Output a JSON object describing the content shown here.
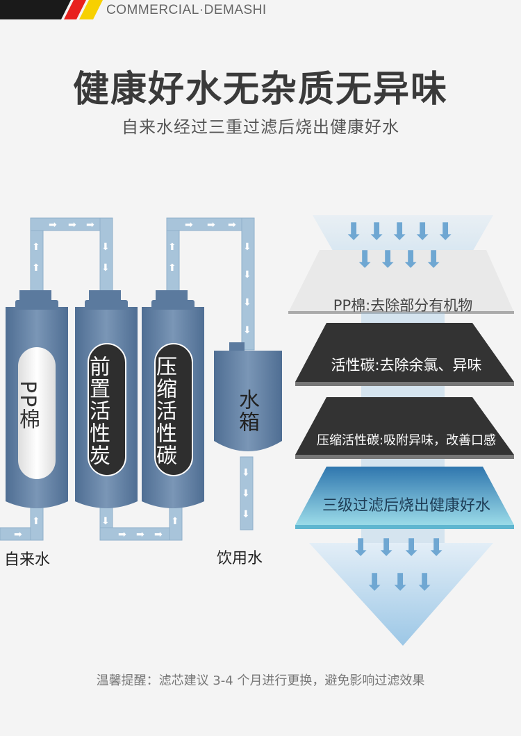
{
  "header": {
    "brand": "COMMERCIAL·DEMASHI",
    "stripe_colors": [
      "#1a1a1a",
      "#e8211d",
      "#f7d000"
    ]
  },
  "hero": {
    "title": "健康好水无杂质无异味",
    "subtitle": "自来水经过三重过滤后烧出健康好水"
  },
  "diagram": {
    "filters": [
      {
        "label": "PP棉",
        "core": "white"
      },
      {
        "label": "前置活性炭",
        "core": "dark"
      },
      {
        "label": "压缩活性碳",
        "core": "dark"
      }
    ],
    "tank_label": "水箱",
    "inlet_label": "自来水",
    "outlet_label": "饮用水",
    "colors": {
      "filter_body": "#5b7a9e",
      "pipe": "#a8c4da"
    }
  },
  "layers": [
    {
      "label": "PP棉:去除部分有机物",
      "style": "white"
    },
    {
      "label": "活性碳:去除余氯、异味",
      "style": "dark"
    },
    {
      "label": "压缩活性碳:吸附异味，改善口感",
      "style": "dark"
    },
    {
      "label": "三级过滤后烧出健康好水",
      "style": "blue"
    }
  ],
  "footer": {
    "tip": "温馨提醒：滤芯建议 3-4 个月进行更换，避免影响过滤效果"
  }
}
